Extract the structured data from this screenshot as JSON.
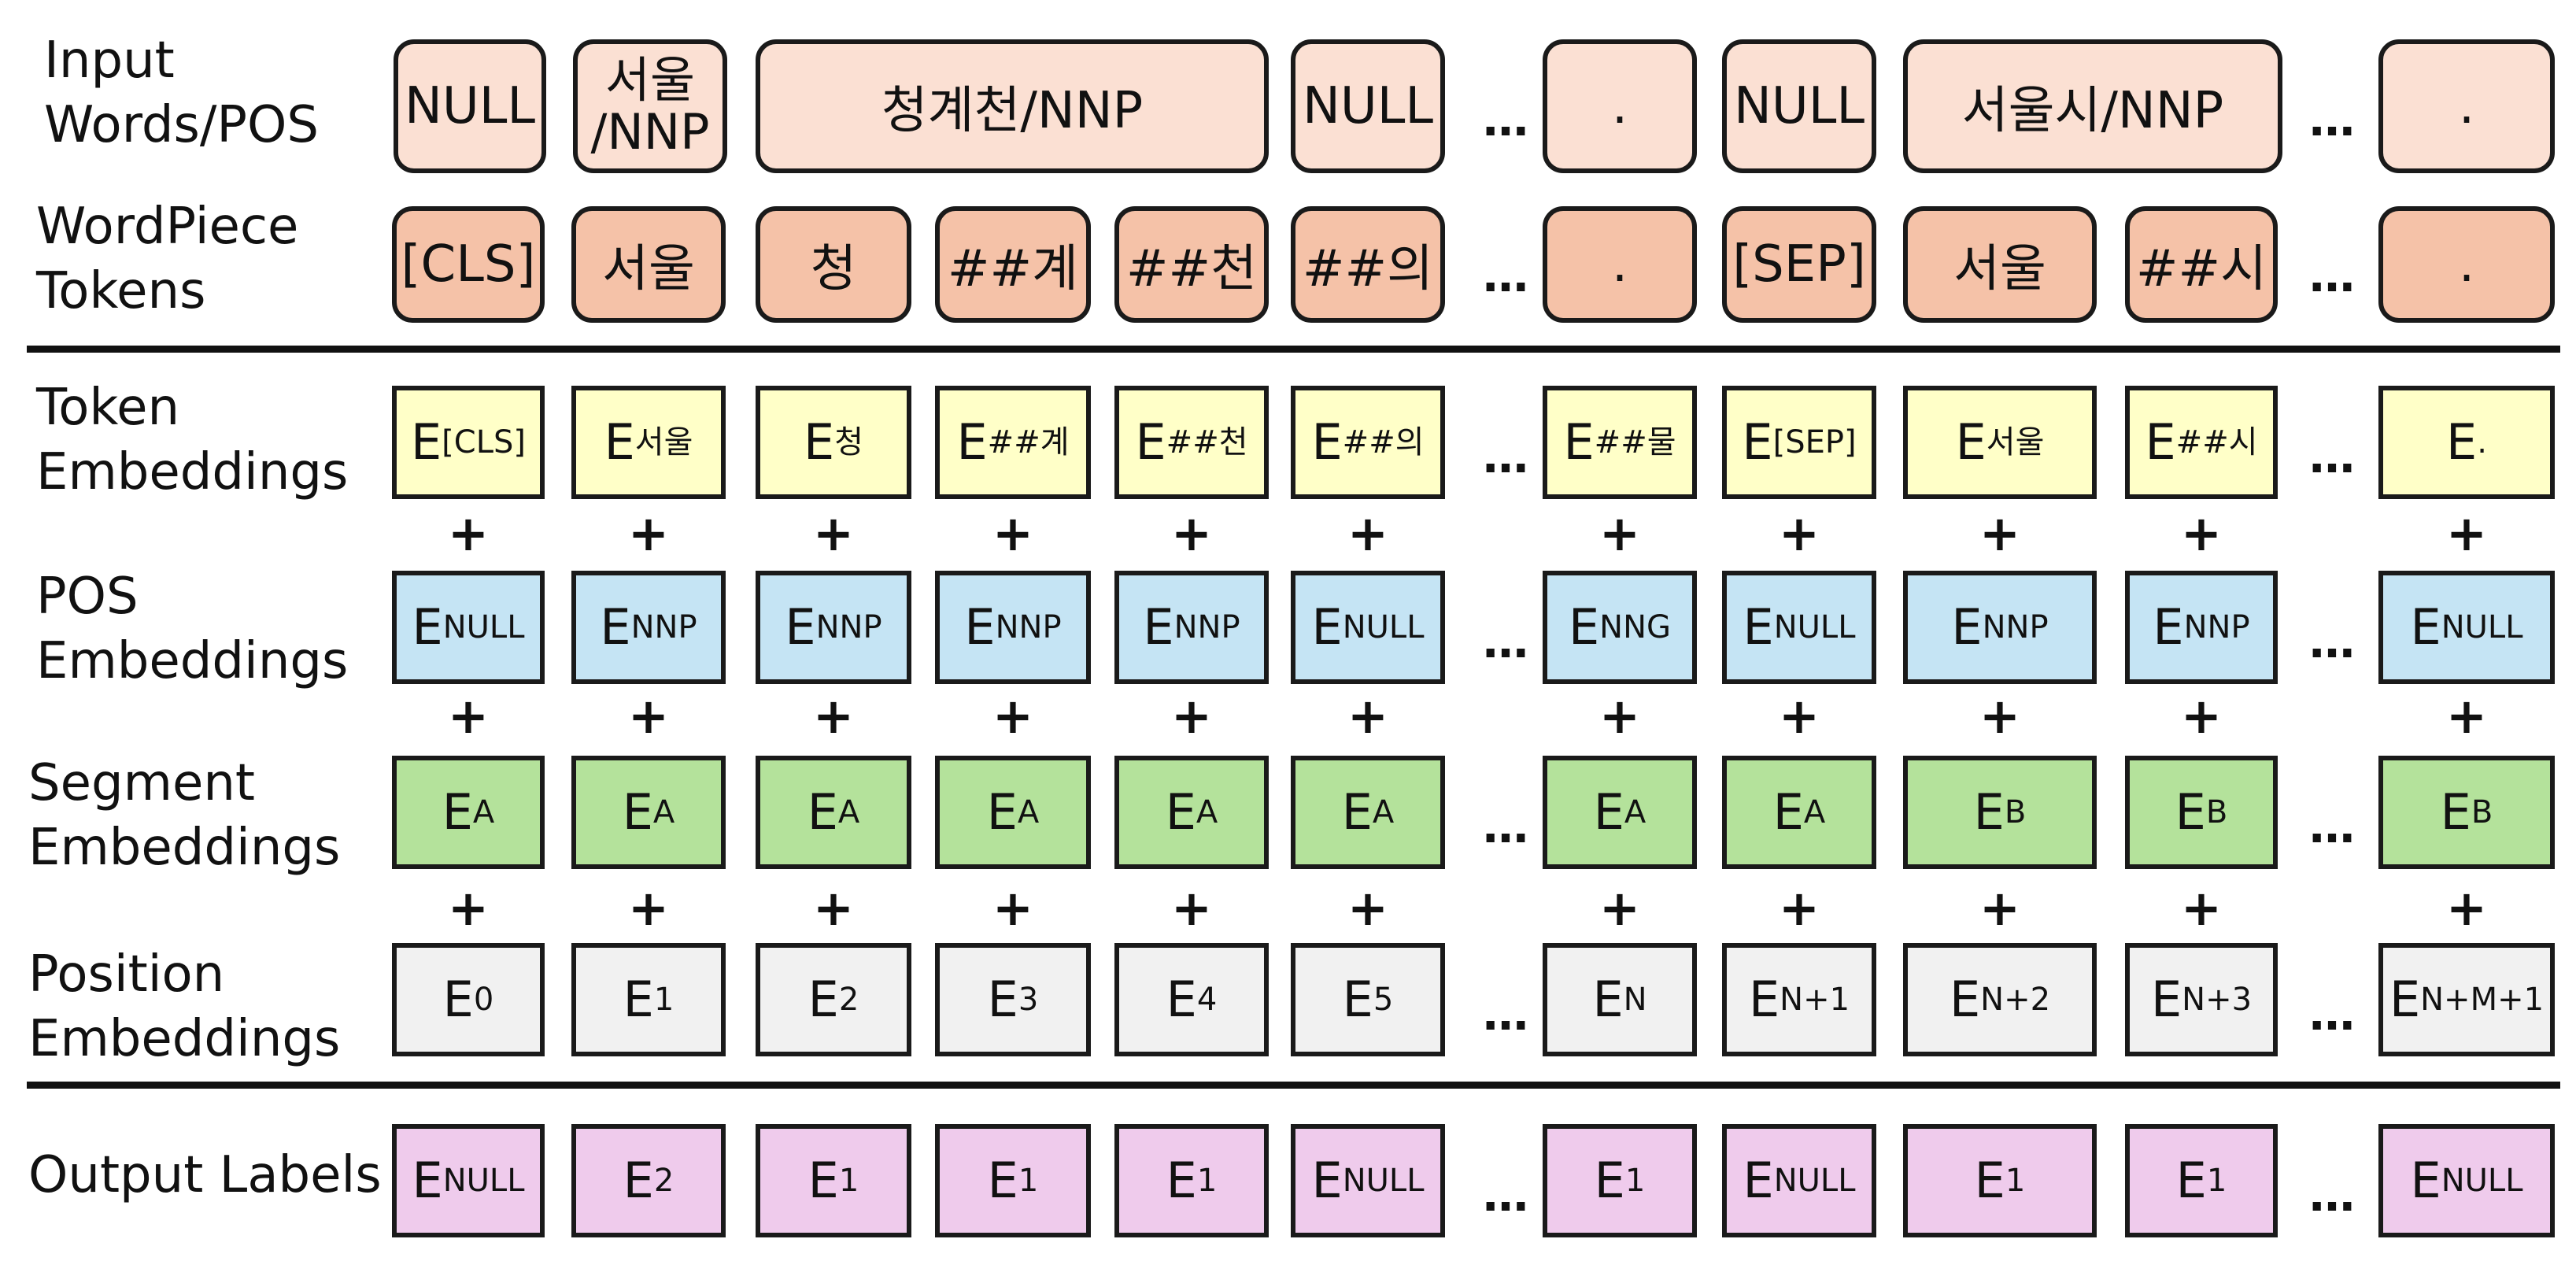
{
  "row_labels": {
    "input": [
      "Input",
      "Words/POS"
    ],
    "wordpiece": [
      "WordPiece",
      "Tokens"
    ],
    "token": [
      "Token",
      "Embeddings"
    ],
    "pos": [
      "POS",
      "Embeddings"
    ],
    "segment": [
      "Segment",
      "Embeddings"
    ],
    "position": [
      "Position",
      "Embeddings"
    ],
    "output": [
      "Output Labels"
    ]
  },
  "ellipsis": "…",
  "plus": "+",
  "input_words": [
    {
      "lines": [
        "NULL"
      ]
    },
    {
      "lines": [
        "서울",
        "/NNP"
      ]
    },
    {
      "lines": [
        "청계천/NNP"
      ]
    },
    {
      "lines": [
        "NULL"
      ]
    },
    {
      "lines": [
        "."
      ]
    },
    {
      "lines": [
        "NULL"
      ]
    },
    {
      "lines": [
        "서울시/NNP"
      ]
    },
    {
      "lines": [
        "."
      ]
    }
  ],
  "wordpiece_tokens": [
    "[CLS]",
    "서울",
    "청",
    "##계",
    "##천",
    "##의",
    ".",
    "[SEP]",
    "서울",
    "##시",
    "."
  ],
  "token_embeddings": [
    {
      "base": "E",
      "sub": "[CLS]"
    },
    {
      "base": "E",
      "sub": "서울"
    },
    {
      "base": "E",
      "sub": "청"
    },
    {
      "base": "E",
      "sub": "##계"
    },
    {
      "base": "E",
      "sub": "##천"
    },
    {
      "base": "E",
      "sub": "##의"
    },
    {
      "base": "E",
      "sub": "##물"
    },
    {
      "base": "E",
      "sub": "[SEP]"
    },
    {
      "base": "E",
      "sub": "서울"
    },
    {
      "base": "E",
      "sub": "##시"
    },
    {
      "base": "E",
      "sub": "."
    }
  ],
  "pos_embeddings": [
    {
      "base": "E",
      "sub": "NULL"
    },
    {
      "base": "E",
      "sub": "NNP"
    },
    {
      "base": "E",
      "sub": "NNP"
    },
    {
      "base": "E",
      "sub": "NNP"
    },
    {
      "base": "E",
      "sub": "NNP"
    },
    {
      "base": "E",
      "sub": "NULL"
    },
    {
      "base": "E",
      "sub": "NNG"
    },
    {
      "base": "E",
      "sub": "NULL"
    },
    {
      "base": "E",
      "sub": "NNP"
    },
    {
      "base": "E",
      "sub": "NNP"
    },
    {
      "base": "E",
      "sub": "NULL"
    }
  ],
  "segment_embeddings": [
    {
      "base": "E",
      "sub": "A"
    },
    {
      "base": "E",
      "sub": "A"
    },
    {
      "base": "E",
      "sub": "A"
    },
    {
      "base": "E",
      "sub": "A"
    },
    {
      "base": "E",
      "sub": "A"
    },
    {
      "base": "E",
      "sub": "A"
    },
    {
      "base": "E",
      "sub": "A"
    },
    {
      "base": "E",
      "sub": "A"
    },
    {
      "base": "E",
      "sub": "B"
    },
    {
      "base": "E",
      "sub": "B"
    },
    {
      "base": "E",
      "sub": "B"
    }
  ],
  "position_embeddings": [
    {
      "base": "E",
      "sub": "0"
    },
    {
      "base": "E",
      "sub": "1"
    },
    {
      "base": "E",
      "sub": "2"
    },
    {
      "base": "E",
      "sub": "3"
    },
    {
      "base": "E",
      "sub": "4"
    },
    {
      "base": "E",
      "sub": "5"
    },
    {
      "base": "E",
      "sub": "N"
    },
    {
      "base": "E",
      "sub": "N+1"
    },
    {
      "base": "E",
      "sub": "N+2"
    },
    {
      "base": "E",
      "sub": "N+3"
    },
    {
      "base": "E",
      "sub": "N+M+1"
    }
  ],
  "output_labels": [
    {
      "base": "E",
      "sub": "NULL"
    },
    {
      "base": "E",
      "sub": "2"
    },
    {
      "base": "E",
      "sub": "1"
    },
    {
      "base": "E",
      "sub": "1"
    },
    {
      "base": "E",
      "sub": "1"
    },
    {
      "base": "E",
      "sub": "NULL"
    },
    {
      "base": "E",
      "sub": "1"
    },
    {
      "base": "E",
      "sub": "NULL"
    },
    {
      "base": "E",
      "sub": "1"
    },
    {
      "base": "E",
      "sub": "1"
    },
    {
      "base": "E",
      "sub": "NULL"
    }
  ],
  "colors": {
    "input_fill": "#fbe0d3",
    "wordpiece_fill": "#f5c2a8",
    "token_fill": "#ffffc8",
    "pos_fill": "#c5e4f4",
    "segment_fill": "#b4e29b",
    "position_fill": "#f1f1f1",
    "output_fill": "#efcbec",
    "border": "#1a1a1a"
  }
}
